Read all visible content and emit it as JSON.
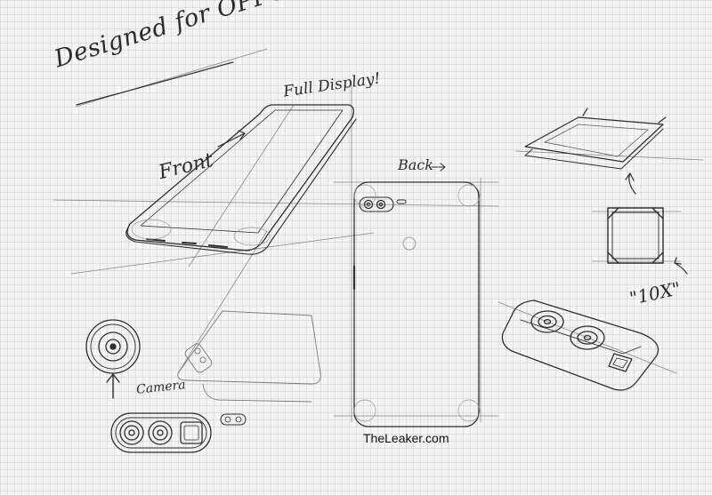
{
  "sketch": {
    "title": "Designed for OPPO",
    "labels": {
      "full_display": "Full Display!",
      "front": "Front",
      "back": "Back",
      "zoom": "\"10X\"",
      "camera": "Camera"
    },
    "watermark": "TheLeaker.com"
  },
  "colors": {
    "paper": "#f4f4f4",
    "grid": "#cccccc",
    "pencil": "#2b2b2b"
  }
}
